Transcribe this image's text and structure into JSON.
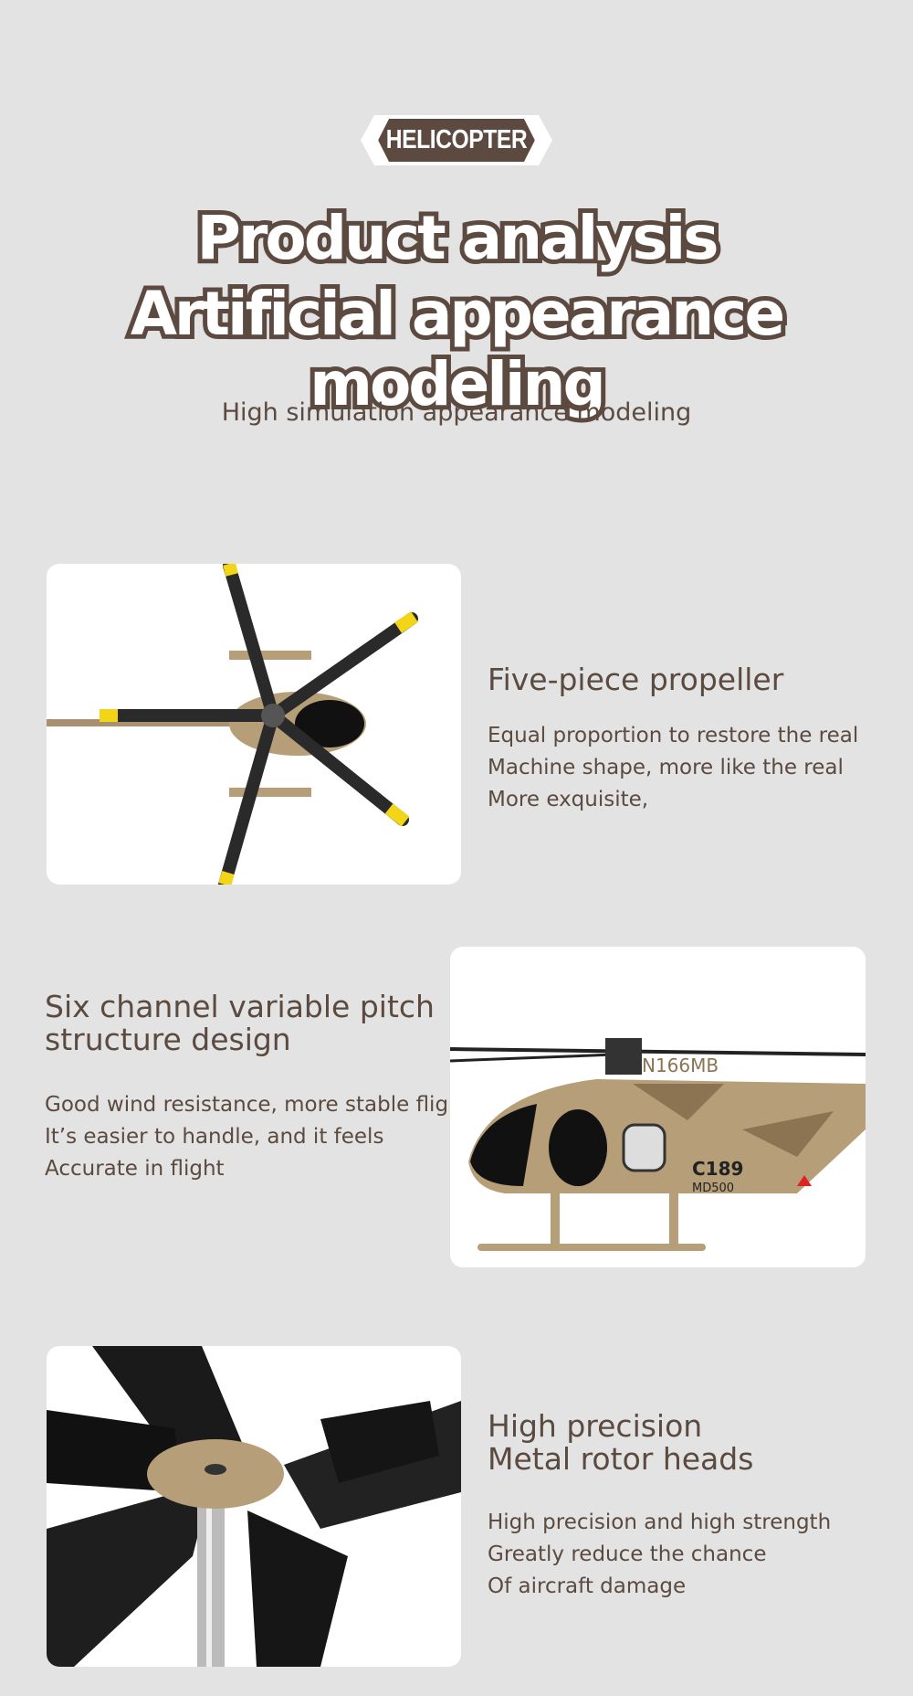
{
  "header": {
    "badge": "HELICOPTER",
    "title_line1": "Product analysis",
    "title_line2": "Artificial appearance modeling",
    "subtitle": "High simulation appearance modeling"
  },
  "features": [
    {
      "title_lines": [
        "Five-piece propeller"
      ],
      "body_lines": [
        "Equal proportion to restore the real",
        "Machine shape, more like the real",
        "More exquisite,"
      ]
    },
    {
      "title_lines": [
        "Six channel variable pitch",
        "structure design"
      ],
      "body_lines": [
        "Good wind resistance, more stable flight",
        "It’s easier to handle, and it feels",
        "Accurate in flight"
      ],
      "image_text": [
        "N166MB",
        "C189",
        "MD500"
      ]
    },
    {
      "title_lines": [
        "High precision",
        "Metal rotor heads"
      ],
      "body_lines": [
        "High precision and high strength",
        "Greatly reduce the chance",
        "Of aircraft damage"
      ]
    }
  ],
  "colors": {
    "background": "#e3e3e3",
    "brown": "#5c4a40",
    "blade_tip": "#f2d516",
    "camo": "#b59e78"
  }
}
